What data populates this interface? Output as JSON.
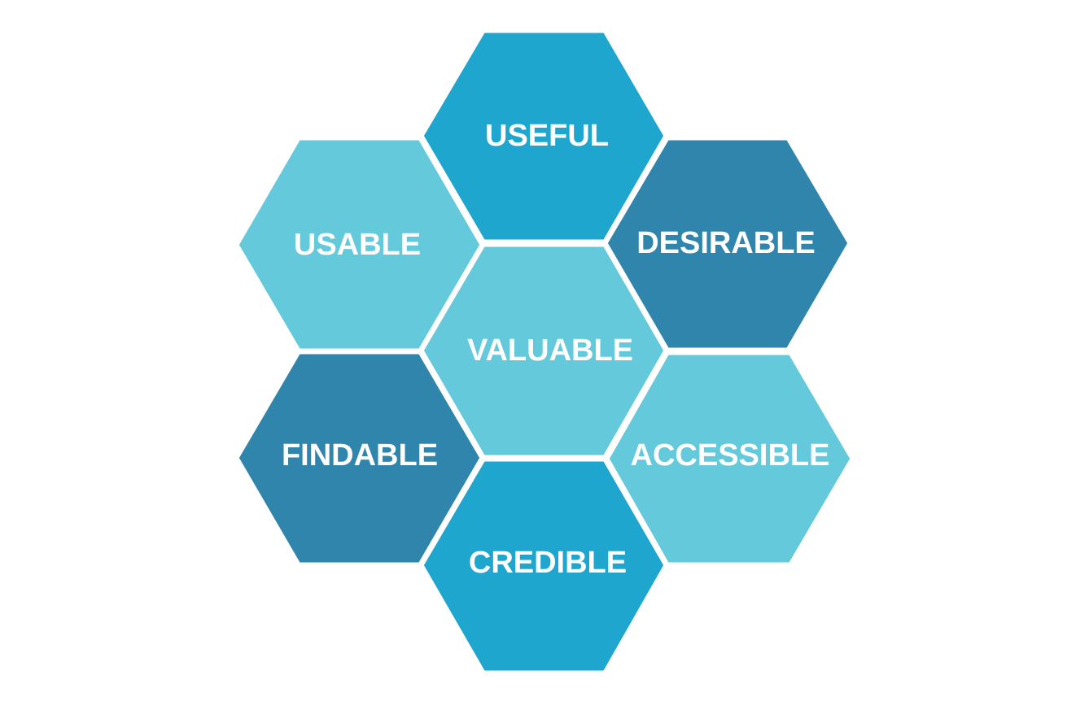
{
  "diagram": {
    "colors": {
      "light": "#63c9db",
      "medium": "#1ea6cf",
      "dark": "#2f85ac",
      "text": "#ffffff"
    },
    "cells": [
      {
        "id": "useful",
        "label": "USEFUL",
        "tone": "medium"
      },
      {
        "id": "usable",
        "label": "USABLE",
        "tone": "light"
      },
      {
        "id": "desirable",
        "label": "DESIRABLE",
        "tone": "dark"
      },
      {
        "id": "valuable",
        "label": "VALUABLE",
        "tone": "light"
      },
      {
        "id": "findable",
        "label": "FINDABLE",
        "tone": "dark"
      },
      {
        "id": "accessible",
        "label": "ACCESSIBLE",
        "tone": "light"
      },
      {
        "id": "credible",
        "label": "CREDIBLE",
        "tone": "medium"
      }
    ]
  }
}
